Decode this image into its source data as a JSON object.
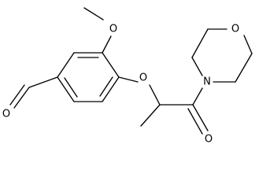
{
  "molecule": {
    "atoms": {
      "methoxy_oxygen": "O",
      "ether_oxygen": "O",
      "carbonyl_oxygen": "O",
      "aldehyde_oxygen": "O",
      "morpholine_nitrogen": "N",
      "morpholine_oxygen": "O"
    }
  },
  "colors": {
    "bond": "#000000",
    "label": "#000000",
    "background": "#ffffff"
  }
}
